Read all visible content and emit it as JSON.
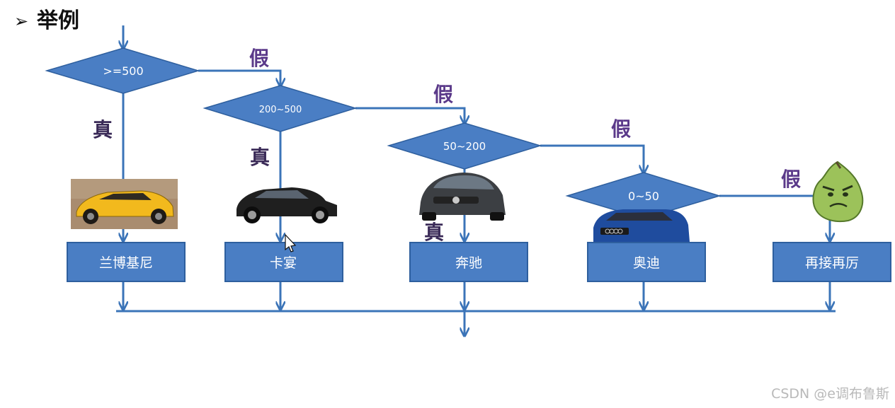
{
  "header": {
    "bullet": "➢",
    "title": "举例"
  },
  "colors": {
    "shape_fill": "#4a7ec4",
    "shape_stroke": "#2e5f9e",
    "line": "#3b74b8",
    "true_label": "#3a2a57",
    "false_label": "#5b3a8a"
  },
  "diagram": {
    "decisions": [
      {
        "label": ">=500"
      },
      {
        "label": "200~500"
      },
      {
        "label": "50~200"
      },
      {
        "label": "0~50"
      }
    ],
    "outcomes": [
      {
        "label": "兰博基尼"
      },
      {
        "label": "卡宴"
      },
      {
        "label": "奔驰"
      },
      {
        "label": "奥迪"
      },
      {
        "label": "再接再厉"
      }
    ],
    "branch_labels": {
      "true": "真",
      "false": "假"
    },
    "icons": [
      "sports-car-image",
      "suv-image",
      "sedan-image",
      "audi-image",
      "angry-pear-image"
    ]
  },
  "watermark": "CSDN @e调布鲁斯"
}
